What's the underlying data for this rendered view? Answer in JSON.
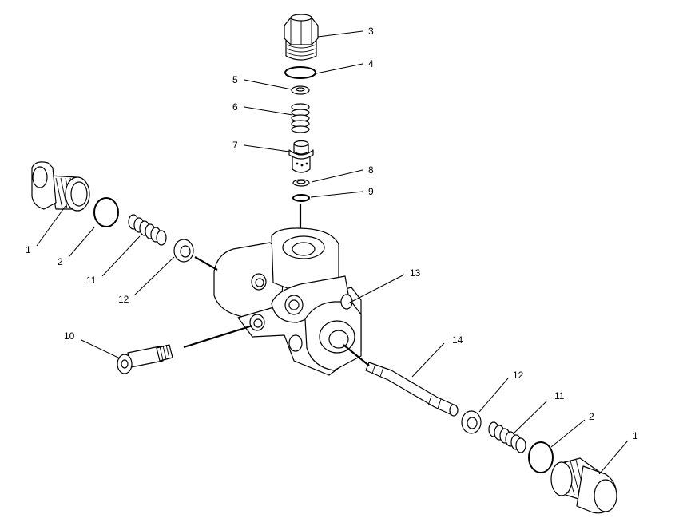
{
  "callouts": {
    "c1_left": "1",
    "c2_left": "2",
    "c11_left": "11",
    "c12_left": "12",
    "c10": "10",
    "c3": "3",
    "c4": "4",
    "c5": "5",
    "c6": "6",
    "c7": "7",
    "c8": "8",
    "c9": "9",
    "c13": "13",
    "c14": "14",
    "c12_right": "12",
    "c11_right": "11",
    "c2_right": "2",
    "c1_right": "1"
  },
  "colors": {
    "line": "#000000",
    "background": "#ffffff"
  }
}
